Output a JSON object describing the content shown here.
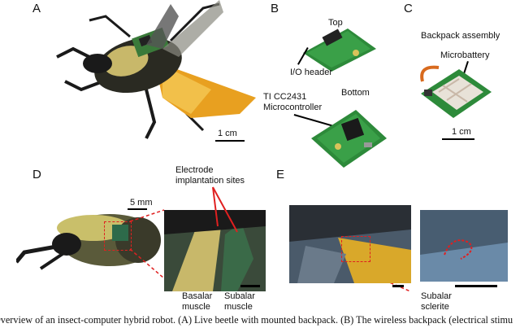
{
  "panels": {
    "A": {
      "letter": "A",
      "scale": "1 cm"
    },
    "B": {
      "letter": "B",
      "top": "Top",
      "io_header": "I/O header",
      "bottom": "Bottom",
      "mcu_line1": "TI CC2431",
      "mcu_line2": "Microcontroller"
    },
    "C": {
      "letter": "C",
      "title": "Backpack assembly",
      "battery": "Microbattery",
      "scale": "1 cm"
    },
    "D": {
      "letter": "D",
      "scale": "5 mm",
      "electrode_line1": "Electrode",
      "electrode_line2": "implantation sites",
      "basalar_line1": "Basalar",
      "basalar_line2": "muscle",
      "subalar_line1": "Subalar",
      "subalar_line2": "muscle"
    },
    "E": {
      "letter": "E",
      "sclerite_line1": "Subalar",
      "sclerite_line2": "sclerite"
    }
  },
  "caption": "Overview of an insect-computer hybrid robot. (A) Live beetle with mounted backpack. (B) The wireless backpack (electrical stimu"
}
